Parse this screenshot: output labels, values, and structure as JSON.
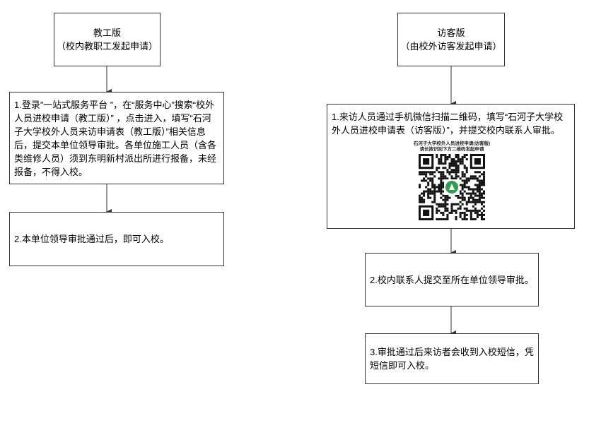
{
  "left": {
    "title": "教工版",
    "subtitle": "（校内教职工发起申请）",
    "step1": "1.登录”一站式服务平台 ”，在“服务中心”搜索“校外人员进校申请（教工版）” ，点击进入，填写“石河子大学校外人员来访申请表（教工版）”相关信息后，提交本单位领导审批。各单位施工人员（含各类维修人员）须到东明新村派出所进行报备，未经报备，不得入校。",
    "step2": "2.本单位领导审批通过后，即可入校。"
  },
  "right": {
    "title": "访客版",
    "subtitle": "（由校外访客发起申请）",
    "step1": "1.来访人员通过手机微信扫描二维码，填写“石河子大学校外人员进校申请表（访客版）”，并提交校内联系人审批。",
    "qr_caption_1": "石河子大学校外人员进校申请(访客版)",
    "qr_caption_2": "请长按识别下方二维码发起申请",
    "step2": "2.校内联系人提交至所在单位领导审批。",
    "step3": "3.审批通过后来访者会收到入校短信，凭短信即可入校。"
  },
  "colors": {
    "border": "#333333",
    "qr": "#111111",
    "logo": "#2e9e4f"
  },
  "icons": {
    "qr": "qr-code-icon",
    "logo": "university-logo-icon"
  }
}
